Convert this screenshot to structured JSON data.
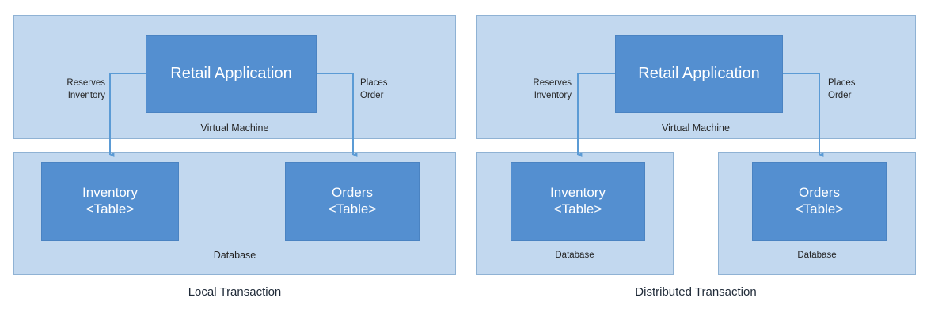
{
  "diagram": {
    "title_left": "Local Transaction",
    "title_right": "Distributed Transaction",
    "colors": {
      "container_fill": "#c2d8ef",
      "container_border": "#8fb2d4",
      "entity_fill": "#548fd0",
      "entity_border": "#4a83c2",
      "connector": "#5b9bd5",
      "text_dark": "#262626",
      "text_light": "#ffffff",
      "background": "#ffffff"
    }
  },
  "panels": [
    {
      "id": "local-transaction",
      "caption": "Local Transaction",
      "vm": {
        "label": "Virtual Machine",
        "app": {
          "label": "Retail Application"
        }
      },
      "connectors": [
        {
          "id": "reserves-inventory",
          "label_line1": "Reserves",
          "label_line2": "Inventory",
          "from": "Retail Application",
          "to": "Inventory <Table>"
        },
        {
          "id": "places-order",
          "label_line1": "Places",
          "label_line2": "Order",
          "from": "Retail Application",
          "to": "Orders <Table>"
        }
      ],
      "databases": [
        {
          "id": "single-database",
          "label": "Database",
          "tables": [
            {
              "id": "inventory-table",
              "name": "Inventory",
              "type": "<Table>"
            },
            {
              "id": "orders-table",
              "name": "Orders",
              "type": "<Table>"
            }
          ]
        }
      ]
    },
    {
      "id": "distributed-transaction",
      "caption": "Distributed Transaction",
      "vm": {
        "label": "Virtual Machine",
        "app": {
          "label": "Retail Application"
        }
      },
      "connectors": [
        {
          "id": "reserves-inventory",
          "label_line1": "Reserves",
          "label_line2": "Inventory",
          "from": "Retail Application",
          "to": "Inventory <Table>"
        },
        {
          "id": "places-order",
          "label_line1": "Places",
          "label_line2": "Order",
          "from": "Retail Application",
          "to": "Orders <Table>"
        }
      ],
      "databases": [
        {
          "id": "inventory-database",
          "label": "Database",
          "tables": [
            {
              "id": "inventory-table",
              "name": "Inventory",
              "type": "<Table>"
            }
          ]
        },
        {
          "id": "orders-database",
          "label": "Database",
          "tables": [
            {
              "id": "orders-table",
              "name": "Orders",
              "type": "<Table>"
            }
          ]
        }
      ]
    }
  ]
}
